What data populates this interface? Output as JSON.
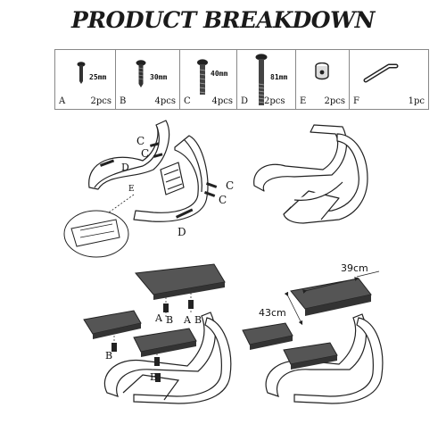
{
  "title": "PRODUCT BREAKDOWN",
  "parts": [
    {
      "letter": "A",
      "length": "25mm",
      "qty": "2pcs",
      "icon": "screw-icon"
    },
    {
      "letter": "B",
      "length": "30mm",
      "qty": "4pcs",
      "icon": "screw-icon"
    },
    {
      "letter": "C",
      "length": "40mm",
      "qty": "4pcs",
      "icon": "bolt-icon"
    },
    {
      "letter": "D",
      "length": "81mm",
      "qty": "2pcs",
      "icon": "long-bolt-icon"
    },
    {
      "letter": "E",
      "length": "",
      "qty": "2pcs",
      "icon": "barrel-nut-icon"
    },
    {
      "letter": "F",
      "length": "",
      "qty": "1pc",
      "icon": "hex-key-icon"
    }
  ],
  "callouts": {
    "c": "C",
    "d": "D",
    "e": "E",
    "a": "A",
    "b": "B"
  },
  "dimensions": {
    "seat_depth": "39cm",
    "seat_width": "43cm"
  }
}
